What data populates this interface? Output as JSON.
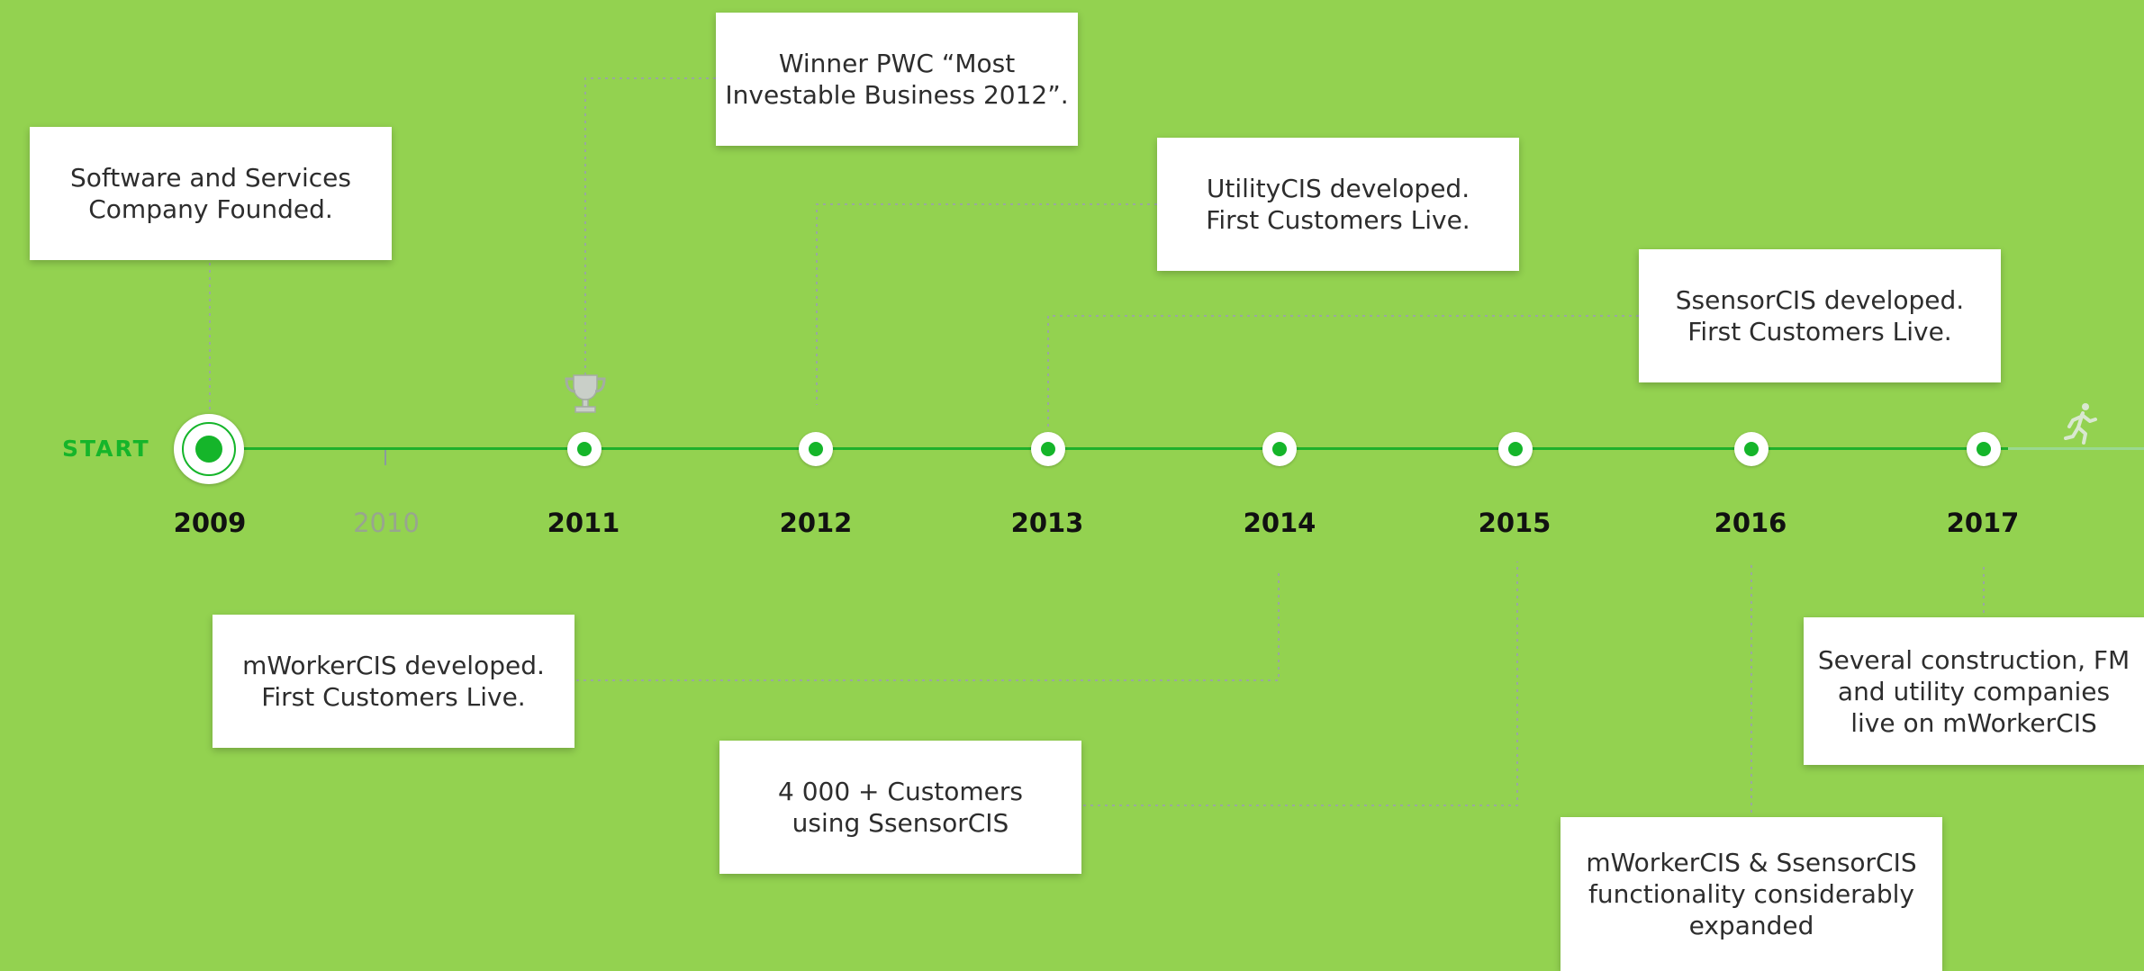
{
  "start_label": "START",
  "years": [
    "2009",
    "2010",
    "2011",
    "2012",
    "2013",
    "2014",
    "2015",
    "2016",
    "2017"
  ],
  "milestones": [
    {
      "year": "2009",
      "text": "Software and Services\nCompany Founded."
    },
    {
      "year": "2011",
      "text": "Winner PWC “Most\nInvestable Business 2012”."
    },
    {
      "year": "2012",
      "text": "UtilityCIS developed.\nFirst Customers Live."
    },
    {
      "year": "2013",
      "text": "SsensorCIS developed.\nFirst Customers Live."
    },
    {
      "year": "2014",
      "text": "mWorkerCIS developed.\nFirst Customers Live."
    },
    {
      "year": "2015",
      "text": "4 000 + Customers\nusing SsensorCIS"
    },
    {
      "year": "2016",
      "text": "mWorkerCIS & SsensorCIS\nfunctionality considerably\nexpanded"
    },
    {
      "year": "2017",
      "text": "Several construction, FM\nand utility companies\nlive on mWorkerCIS"
    }
  ],
  "icons": {
    "award": "trophy-icon",
    "future": "running-person-icon"
  },
  "colors": {
    "background": "#93d250",
    "accent": "#15b52a",
    "muted_year": "#98a58f",
    "connector": "#9aa89e"
  }
}
